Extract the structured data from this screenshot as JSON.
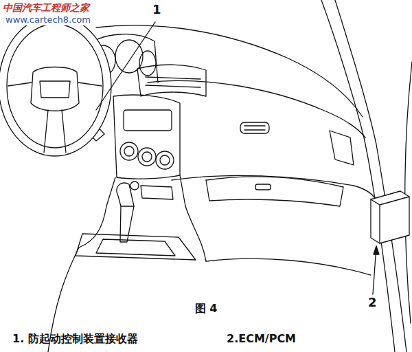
{
  "diagram": {
    "caption": "图 4",
    "labels": [
      "中国汽车工程师之家",
      "www.cartech8.com",
      "1",
      "2",
      "1. 防起动控制装置接收器",
      "2.ECM/PCM"
    ]
  }
}
